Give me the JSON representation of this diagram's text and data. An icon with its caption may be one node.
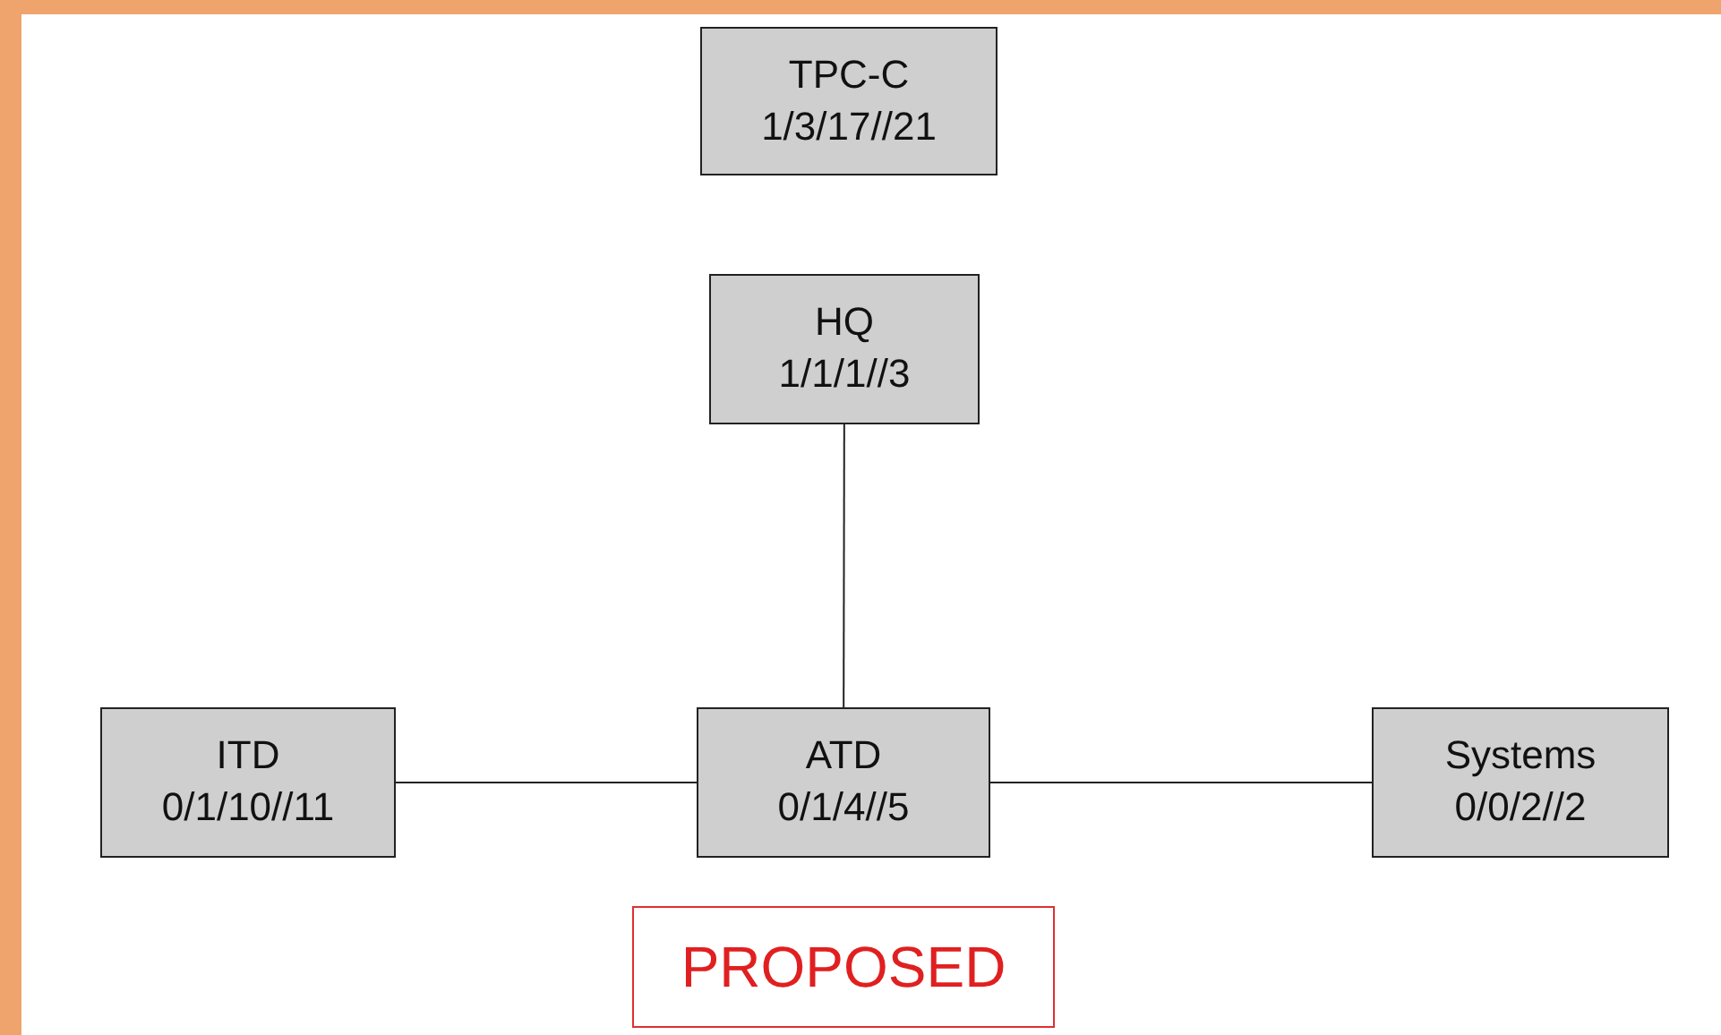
{
  "diagram": {
    "nodes": [
      {
        "text": [
          "TPC-C",
          "1/3/17//21"
        ]
      },
      {
        "text": [
          "HQ",
          "1/1/1//3"
        ]
      },
      {
        "text": [
          "ITD",
          "0/1/10//11"
        ]
      },
      {
        "text": [
          "ATD",
          "0/1/4//5"
        ]
      },
      {
        "text": [
          "Systems",
          "0/0/2//2"
        ]
      },
      {
        "text": [
          "PROPOSED"
        ]
      }
    ],
    "edges": [
      {
        "from": 1,
        "to": 3,
        "arrow": "none"
      },
      {
        "from": 2,
        "to": 3,
        "arrow": "none"
      },
      {
        "from": 3,
        "to": 4,
        "arrow": "none"
      }
    ]
  }
}
